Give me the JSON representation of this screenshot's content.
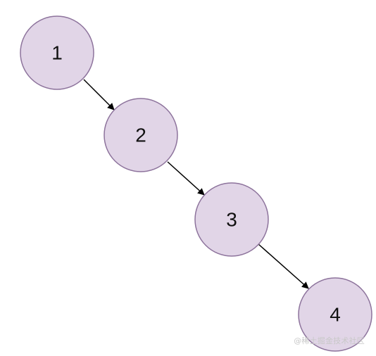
{
  "diagram": {
    "nodes": [
      {
        "id": "n1",
        "label": "1"
      },
      {
        "id": "n2",
        "label": "2"
      },
      {
        "id": "n3",
        "label": "3"
      },
      {
        "id": "n4",
        "label": "4"
      }
    ],
    "edges": [
      {
        "from": "n1",
        "to": "n2"
      },
      {
        "from": "n2",
        "to": "n3"
      },
      {
        "from": "n3",
        "to": "n4"
      }
    ],
    "colors": {
      "node_fill": "#e1d5e7",
      "node_stroke": "#8d739c",
      "edge": "#000000"
    }
  },
  "watermark": "@稀土掘金技术社区"
}
